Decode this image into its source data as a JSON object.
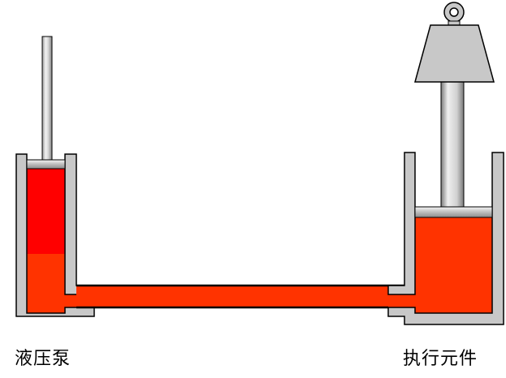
{
  "labels": {
    "pump": "液压泵",
    "actuator": "执行元件"
  },
  "colors": {
    "fluid_dark": "#ff0000",
    "fluid": "#ff3300",
    "fluid_light": "#ff5a26",
    "wall_fill": "#c8c8c8",
    "wall_stroke": "#000000",
    "weight": "#c8c8c8"
  },
  "icons": {
    "weight": "trapezoid-weight-with-ring",
    "piston_rod": "cylinder-rod"
  }
}
